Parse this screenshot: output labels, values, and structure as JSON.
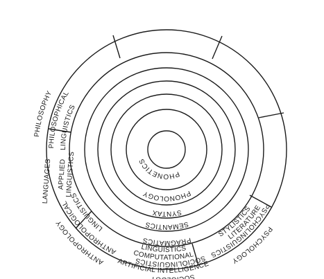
{
  "inner_rings": [
    {
      "key": "pragmatics",
      "label": "PRAGMATICS"
    },
    {
      "key": "semantics",
      "label": "SEMANTICS"
    },
    {
      "key": "syntax",
      "label": "SYNTAX"
    },
    {
      "key": "phonology",
      "label": "PHONOLOGY"
    },
    {
      "key": "phonetics",
      "label": "PHONETICS"
    }
  ],
  "sectors": [
    {
      "key": "sociology",
      "outer": "SOCIOLOGY",
      "inner": [
        "SOCIOLINGUISTICS"
      ]
    },
    {
      "key": "anthropology",
      "outer": "ANTHROPOLOGY",
      "inner": [
        "ANTHROPOLOGICAL",
        "LINGUISTICS"
      ]
    },
    {
      "key": "philosophy",
      "outer": "PHILOSOPHY",
      "inner": [
        "PHILOSOPHICAL",
        "LINGUISTICS"
      ]
    },
    {
      "key": "literature",
      "outer": "LITERATURE",
      "inner": [
        "STYLISTICS"
      ]
    },
    {
      "key": "artificial-intelligence",
      "outer": "ARTIFICIAL INTELLIGENCE",
      "inner": [
        "COMPUTATIONAL",
        "LINGUISTICS"
      ]
    },
    {
      "key": "languages",
      "outer": "LANGUAGES",
      "inner": [
        "APPLIED",
        "LINGUISTICS"
      ]
    },
    {
      "key": "psychology",
      "outer": "PSYCHOLOGY",
      "inner": [
        "PSYCHOLINGUISTICS"
      ]
    }
  ]
}
